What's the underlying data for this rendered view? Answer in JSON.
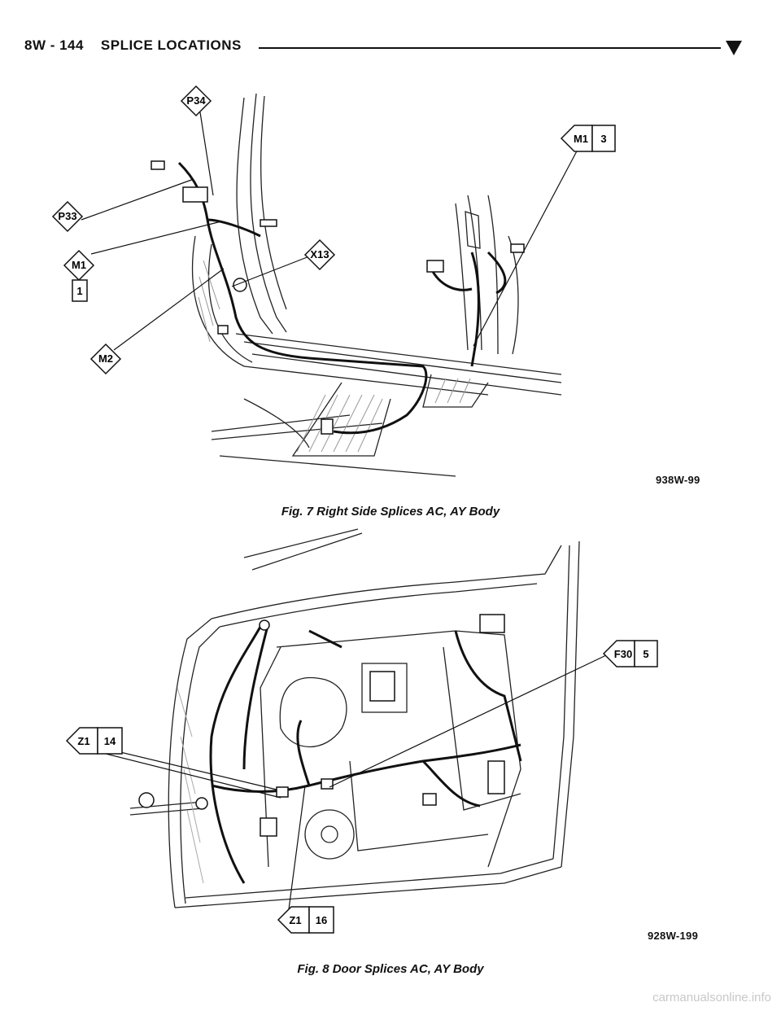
{
  "header": {
    "page_label": "8W - 144",
    "section_title": "SPLICE LOCATIONS"
  },
  "figures": [
    {
      "caption": "Fig. 7 Right Side Splices AC, AY Body",
      "figure_number": "938W-99",
      "labels": {
        "p34": "P34",
        "m1_3_conn": "M1",
        "m1_3_pin": "3",
        "p33": "P33",
        "m1_1_conn": "M1",
        "m1_1_pin": "1",
        "x13": "X13",
        "m2": "M2"
      }
    },
    {
      "caption": "Fig. 8 Door Splices AC, AY Body",
      "figure_number": "928W-199",
      "labels": {
        "f30_conn": "F30",
        "f30_pin": "5",
        "z1_14_conn": "Z1",
        "z1_14_pin": "14",
        "z1_16_conn": "Z1",
        "z1_16_pin": "16"
      }
    }
  ],
  "footer": {
    "watermark": "carmanualsonline.info"
  }
}
